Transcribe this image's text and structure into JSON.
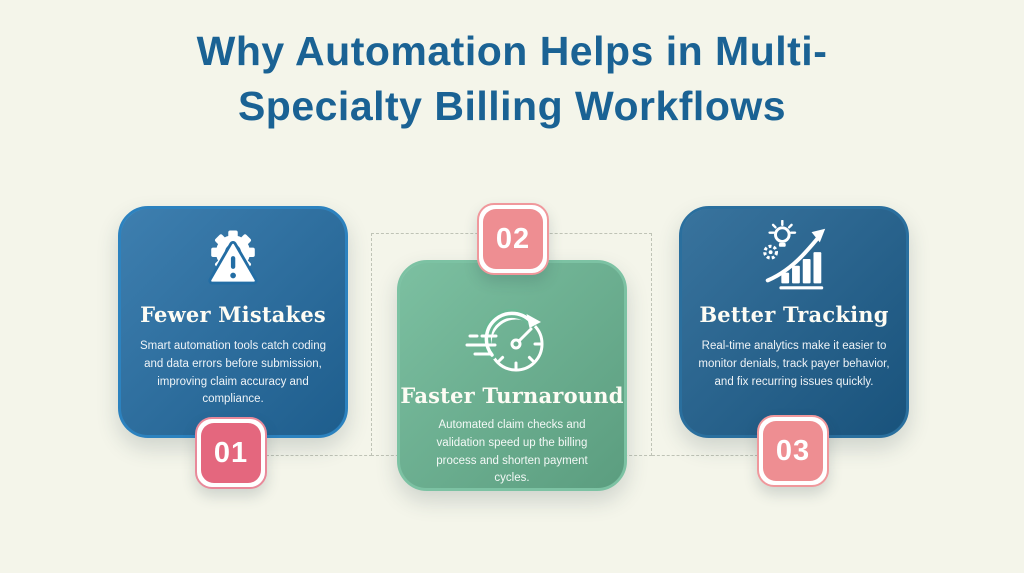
{
  "background": "#f4f5ea",
  "title": {
    "line1": "Why Automation Helps in Multi-",
    "line2": "Specialty Billing Workflows",
    "color": "#1a6294"
  },
  "connector": {
    "color": "#bfc3b6",
    "style": "dashed"
  },
  "cards": [
    {
      "number": "01",
      "heading": "Fewer Mistakes",
      "body": "Smart automation tools catch coding and data errors before submission, improving claim accuracy and compliance.",
      "icon": "gear-warning-icon",
      "fill": "#236da4",
      "border": "#2c82bf",
      "badge_fill": "#e4677e",
      "badge_outline": "#e9899a"
    },
    {
      "number": "02",
      "heading": "Faster Turnaround",
      "body": "Automated claim checks and validation speed up the billing process and shorten payment cycles.",
      "icon": "speedometer-icon",
      "fill": "#6ab794",
      "border": "#7cc2a3",
      "badge_fill": "#ee8e92",
      "badge_outline": "#f0989c"
    },
    {
      "number": "03",
      "heading": "Better Tracking",
      "body": "Real-time analytics make it easier to monitor denials, track payer behavior, and fix recurring issues quickly.",
      "icon": "growth-analytics-icon",
      "fill": "#1d6090",
      "border": "#2a6f9e",
      "badge_fill": "#ee8e92",
      "badge_outline": "#f0989c"
    }
  ]
}
